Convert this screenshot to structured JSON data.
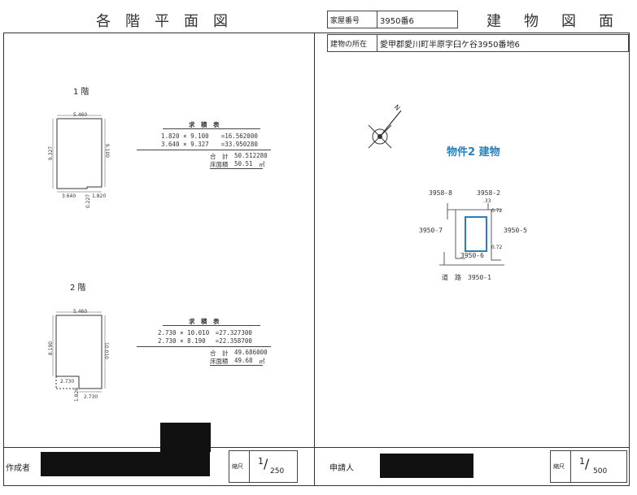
{
  "header": {
    "left_title": "各階平面図",
    "house_no_label": "家屋番号",
    "house_no_value": "3950番6",
    "right_title": "建物図面",
    "location_label": "建物の所在",
    "location_value": "愛甲郡愛川町半原字臼ケ谷3950番地6"
  },
  "floor1": {
    "label": "1 階",
    "dim_top": "5.460",
    "dim_left": "9.327",
    "dim_right": "9.100",
    "dim_bottom_a": "3.640",
    "dim_bottom_b": "1.820",
    "dim_step": "0.227",
    "table_title": "求　積　表",
    "rows": [
      "1.820 × 9.100　　=16.562000",
      "3.640 × 9.327　　=33.950280"
    ],
    "total_label": "合　計",
    "total_value": "50.512280",
    "area_label": "床面積",
    "area_value": "50.51",
    "unit": "㎡"
  },
  "floor2": {
    "label": "2 階",
    "dim_top": "5.460",
    "dim_left": "8.190",
    "dim_right": "10.010",
    "dim_bottom_a": "2.730",
    "dim_bottom_b": "2.730",
    "dim_step": "1.820",
    "table_title": "求　積　表",
    "rows": [
      "2.730 × 10.010　=27.327300",
      "2.730 × 8.190　 =22.358700"
    ],
    "total_label": "合　計",
    "total_value": "49.686000",
    "area_label": "床面積",
    "area_value": "49.68",
    "unit": "㎡"
  },
  "site": {
    "north": "N",
    "building_label": "物件2 建物",
    "lot_tl": "3958-8",
    "lot_tr": "3958-2",
    "lot_l": "3950-7",
    "lot_r": "3950-5",
    "lot_self": "3950-6",
    "road": "道　路　3950-1",
    "dim_a": ".33",
    "dim_b": "0.72",
    "dim_c": "0.72",
    "colors": {
      "building": "#2b7fb8"
    }
  },
  "footer": {
    "author_label": "作成者",
    "scale_label_left": "縮尺",
    "scale_left_num": "1",
    "scale_left_den": "250",
    "applicant_label": "申請人",
    "scale_label_right": "縮尺",
    "scale_right_num": "1",
    "scale_right_den": "500"
  }
}
